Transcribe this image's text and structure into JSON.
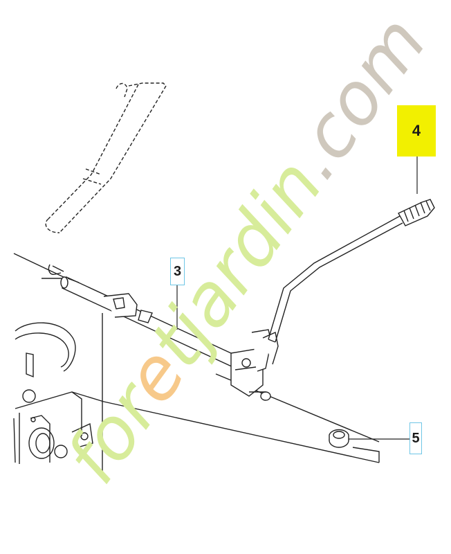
{
  "callouts": [
    {
      "id": "3",
      "label": "3"
    },
    {
      "id": "4",
      "label": "4"
    },
    {
      "id": "5",
      "label": "5"
    }
  ],
  "watermark": {
    "text": "foretjardin.com"
  },
  "colors": {
    "line": "#222222",
    "highlight": "#f2f000",
    "callout_border": "#6ec6e6",
    "watermark_green": "#d7ec9a",
    "watermark_orange": "#f7c98a",
    "watermark_gray": "#cfc8bd"
  }
}
